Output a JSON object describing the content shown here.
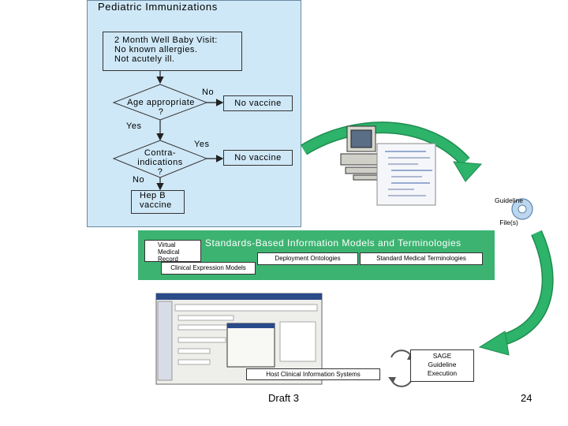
{
  "flowchart": {
    "title": "Pediatric Immunizations",
    "start_lines": [
      "2 Month Well Baby Visit:",
      "No known allergies.",
      "Not acutely ill."
    ],
    "decision1_lines": [
      "Age appropriate",
      "?"
    ],
    "decision1_no": "No",
    "decision1_yes": "Yes",
    "no_vaccine_1": "No vaccine",
    "decision2_lines": [
      "Contra-",
      "indications",
      "?"
    ],
    "decision2_yes": "Yes",
    "decision2_no": "No",
    "no_vaccine_2": "No vaccine",
    "hepb_lines": [
      "Hep B",
      "vaccine"
    ]
  },
  "band": {
    "title": "Standards-Based Information Models and Terminologies",
    "vmr_lines": [
      "Virtual",
      "Medical",
      "Record"
    ],
    "deployment": "Deployment Ontologies",
    "standard": "Standard Medical Terminologies",
    "cem": "Clinical Expression Models"
  },
  "guideline_files_lines": [
    "Guideline",
    "File(s)"
  ],
  "sage_lines": [
    "SAGE",
    "Guideline",
    "Execution"
  ],
  "hcis": "Host Clinical Information Systems",
  "footer": {
    "draft": "Draft 3",
    "page": "24"
  },
  "colors": {
    "panel": "#cfe8f7",
    "band": "#3cb371",
    "arrow": "#2db36a"
  }
}
